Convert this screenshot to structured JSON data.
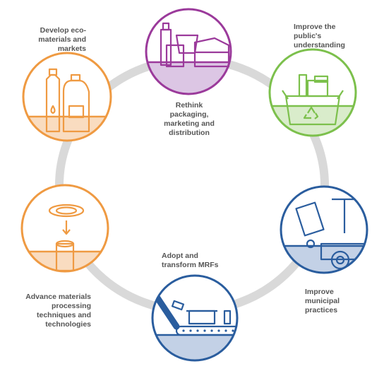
{
  "stages": [
    {
      "key": "rethink",
      "label": "Rethink\npackaging,\nmarketing and\ndistribution",
      "color": "#9b3a9b",
      "fill": "#dcc6e4"
    },
    {
      "key": "public",
      "label": "Improve the\npublic's\nunderstanding",
      "color": "#7cc04c",
      "fill": "#d9eccb"
    },
    {
      "key": "municipal",
      "label": "Improve\nmunicipal\npractices",
      "color": "#2a5d9e",
      "fill": "#c3d1e6"
    },
    {
      "key": "mrfs",
      "label": "Adopt and\ntransform MRFs",
      "color": "#2a5d9e",
      "fill": "#c3d1e6"
    },
    {
      "key": "processing",
      "label": "Advance materials\nprocessing\ntechniques and\ntechnologies",
      "color": "#ef9a42",
      "fill": "#f9dcc0"
    },
    {
      "key": "eco",
      "label": "Develop eco-\nmaterials and\nmarkets",
      "color": "#ef9a42",
      "fill": "#f9dcc0"
    }
  ],
  "ring_color": "#d9d9d9"
}
